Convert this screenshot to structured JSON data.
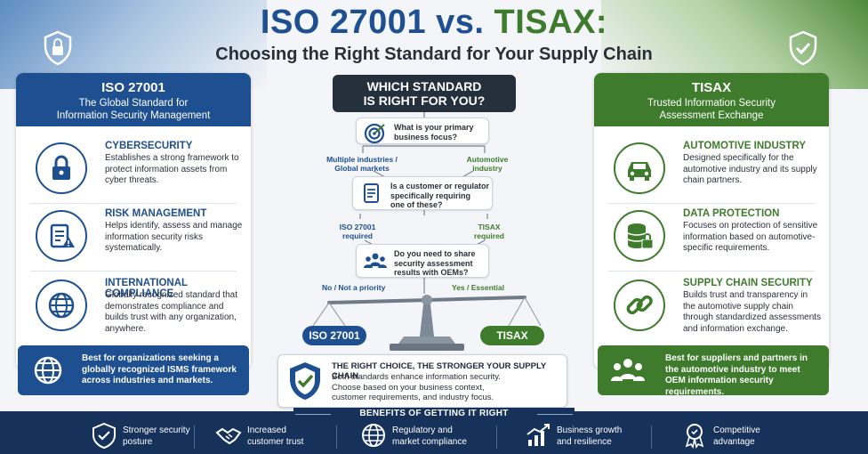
{
  "header": {
    "title_iso": "ISO 27001",
    "title_vs": "vs.",
    "title_tisax": "TISAX:",
    "subtitle": "Choosing the Right Standard for Your Supply Chain"
  },
  "left_panel": {
    "title": "ISO 27001",
    "subtitle_line1": "The Global Standard for",
    "subtitle_line2": "Information Security Management",
    "items": [
      {
        "title": "CYBERSECURITY",
        "text": "Establishes a strong framework to protect information assets from cyber threats.",
        "icon": "lock-icon"
      },
      {
        "title": "RISK MANAGEMENT",
        "text": "Helps identify, assess and manage information security risks systematically.",
        "icon": "checklist-warning-icon"
      },
      {
        "title": "INTERNATIONAL COMPLIANCE",
        "text": "Globally recognized standard that demonstrates compliance and builds trust with any organization, anywhere.",
        "icon": "globe-icon"
      }
    ],
    "footer": "Best for organizations seeking a globally recognized ISMS framework across industries and markets."
  },
  "right_panel": {
    "title": "TISAX",
    "subtitle_line1": "Trusted Information Security",
    "subtitle_line2": "Assessment Exchange",
    "items": [
      {
        "title": "AUTOMOTIVE INDUSTRY",
        "text": "Designed specifically for the automotive industry and its supply chain partners.",
        "icon": "car-icon"
      },
      {
        "title": "DATA PROTECTION",
        "text": "Focuses on protection of sensitive information based on automotive-specific requirements.",
        "icon": "database-lock-icon"
      },
      {
        "title": "SUPPLY CHAIN SECURITY",
        "text": "Builds trust and transparency in the automotive supply chain through standardized assessments and information exchange.",
        "icon": "chain-link-icon"
      }
    ],
    "footer": "Best for suppliers and partners in the automotive industry to meet OEM information security requirements."
  },
  "center": {
    "heading_line1": "WHICH STANDARD",
    "heading_line2": "IS RIGHT FOR YOU?",
    "questions": [
      {
        "text_line1": "What is your primary",
        "text_line2": "business focus?",
        "text_line3": ""
      },
      {
        "text_line1": "Is a customer or regulator",
        "text_line2": "specifically requiring",
        "text_line3": "one of these?"
      },
      {
        "text_line1": "Do you need to share",
        "text_line2": "security assessment",
        "text_line3": "results with OEMs?"
      }
    ],
    "branches": {
      "q1_left_line1": "Multiple industries /",
      "q1_left_line2": "Global markets",
      "q1_right_line1": "Automotive",
      "q1_right_line2": "industry",
      "q2_left_line1": "ISO 27001",
      "q2_left_line2": "required",
      "q2_right_line1": "TISAX",
      "q2_right_line2": "required",
      "q3_left": "No / Not a priority",
      "q3_right": "Yes / Essential"
    },
    "scale_left": "ISO 27001",
    "scale_right": "TISAX",
    "choice_title": "THE RIGHT CHOICE, THE STRONGER YOUR SUPPLY CHAIN",
    "choice_line1": "Both standards enhance information security.",
    "choice_line2": "Choose based on your business context,",
    "choice_line3": "customer requirements, and industry focus."
  },
  "benefits": {
    "label": "BENEFITS OF GETTING IT RIGHT",
    "items": [
      {
        "line1": "Stronger security",
        "line2": "posture",
        "icon": "shield-check-icon"
      },
      {
        "line1": "Increased",
        "line2": "customer trust",
        "icon": "handshake-icon"
      },
      {
        "line1": "Regulatory and",
        "line2": "market compliance",
        "icon": "globe-icon"
      },
      {
        "line1": "Business growth",
        "line2": "and resilience",
        "icon": "growth-chart-icon"
      },
      {
        "line1": "Competitive",
        "line2": "advantage",
        "icon": "award-ribbon-icon"
      }
    ]
  },
  "colors": {
    "iso_blue": "#1d4f91",
    "tisax_green": "#3f7b2c",
    "dark": "#25303d",
    "navy": "#16315a"
  }
}
